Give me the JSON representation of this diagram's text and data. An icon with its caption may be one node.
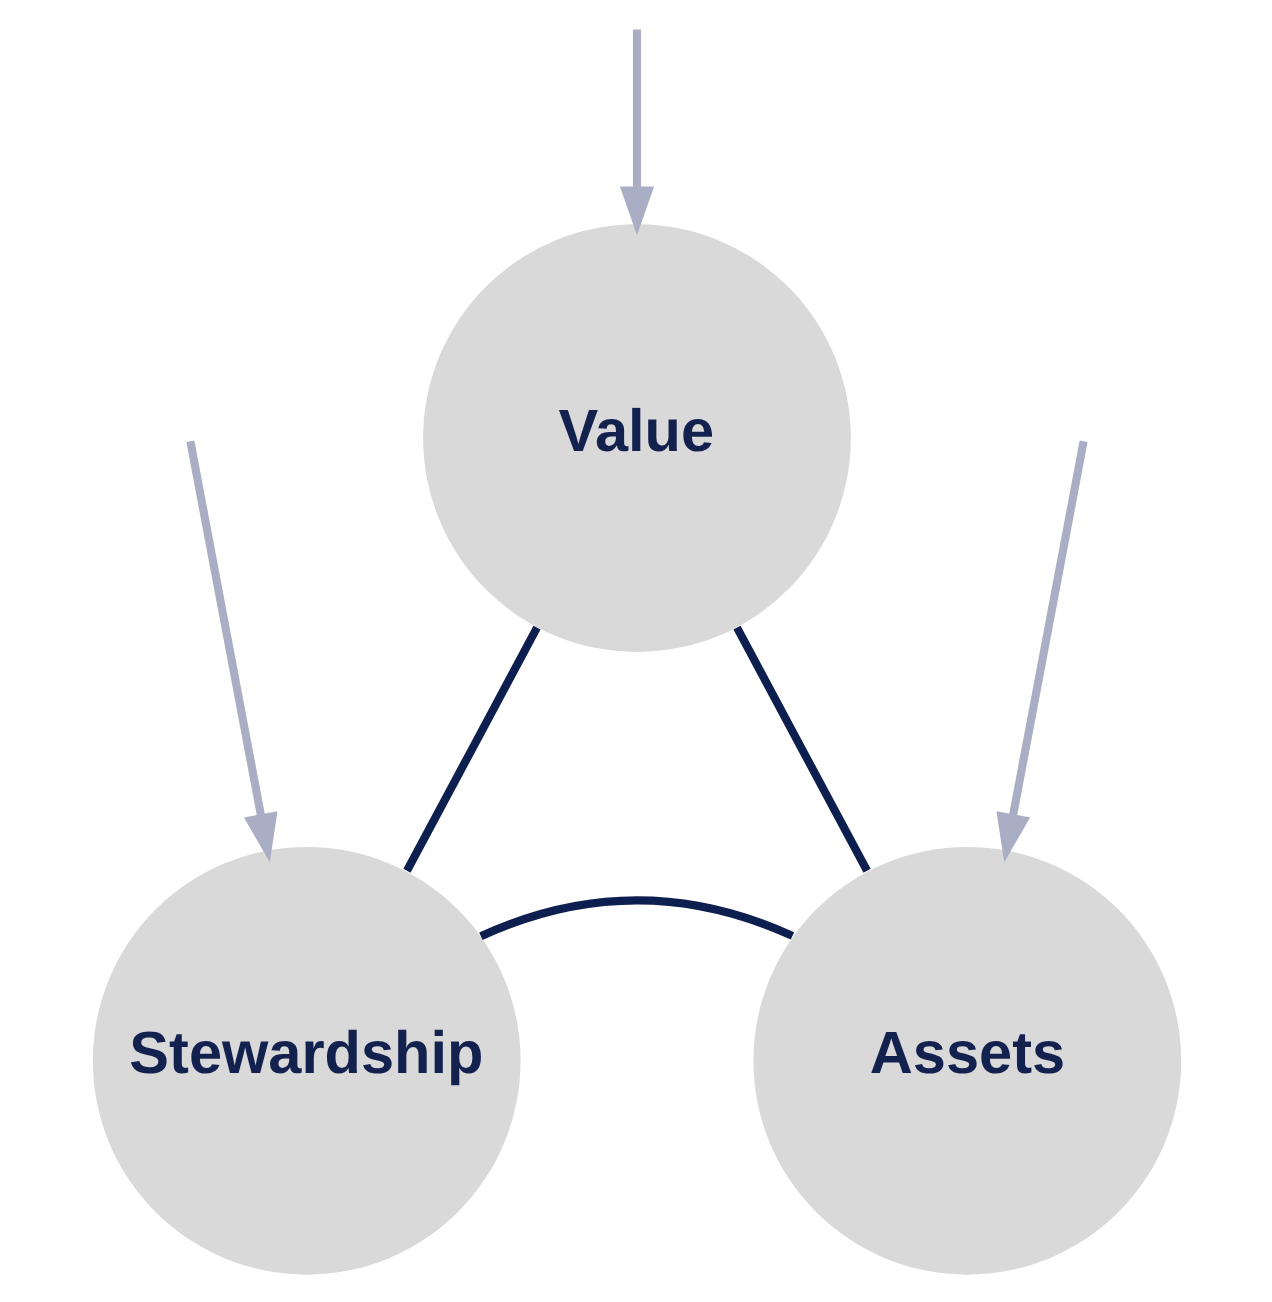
{
  "diagram": {
    "nodes": [
      {
        "text": [
          "Value"
        ]
      },
      {
        "text": [
          "Assets"
        ]
      },
      {
        "text": [
          "Stewardship"
        ]
      }
    ],
    "edges": [
      {
        "from": 0,
        "to": 2,
        "arrow": "none",
        "color": "#0d1f4f"
      },
      {
        "from": 2,
        "to": 1,
        "arrow": "none",
        "color": "#0d1f4f"
      },
      {
        "from": 1,
        "to": 0,
        "arrow": "none",
        "color": "#0d1f4f"
      },
      {
        "from": null,
        "to": 0,
        "arrow": "to",
        "color": "#a9aec4"
      },
      {
        "from": null,
        "to": 2,
        "arrow": "to",
        "color": "#a9aec4"
      },
      {
        "from": null,
        "to": 1,
        "arrow": "to",
        "color": "#a9aec4"
      }
    ]
  }
}
